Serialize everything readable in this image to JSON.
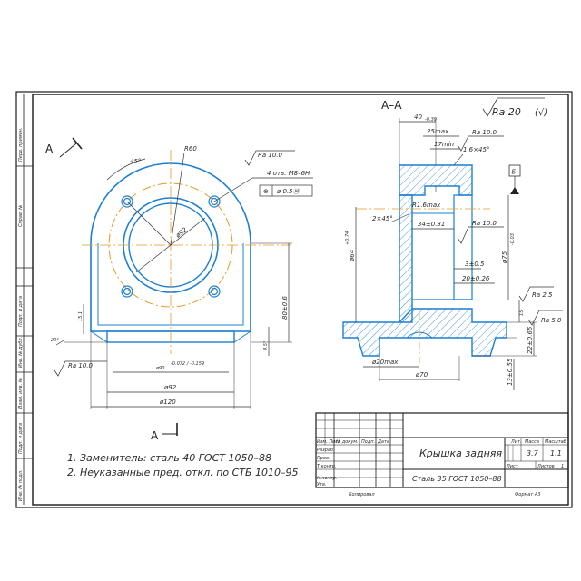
{
  "colors": {
    "frame": "#1a1a1a",
    "part": "#1d7fd1",
    "axis": "#e39a2b",
    "dim": "#3a3a3a",
    "hatch": "#1d7fd1"
  },
  "section_marks": {
    "left_view": "A",
    "bottom_view": "A",
    "section_title": "A–A"
  },
  "roughness": {
    "general": "Ra 20",
    "general_extra": "(√)",
    "plan_hole": "Ra 10.0",
    "plan_bottom": "Ra 10.0",
    "sec_face": "Ra 10.0",
    "sec_corner": "Ra 2.5",
    "sec_bottom": "Ra 5.0"
  },
  "plan_dims": {
    "r60": "R60",
    "angle45": "45°",
    "holes_callout": "4 отв. M8–6H",
    "tolerance_symbol": "⊕",
    "tolerance_value": "ø 0.5Ⓜ",
    "d92_inner": "ø92",
    "h80": "80±0.6",
    "d90": "ø90",
    "d90_tol": "-0.072 / -0.159",
    "d92": "ø92",
    "d120": "ø120",
    "h15": "15.1",
    "h20deg": "20°",
    "h45": "4.5°"
  },
  "section_dims": {
    "d40": "40",
    "d40_sub": "-0.39",
    "d25": "25max",
    "d17": "17min",
    "d16": "1.6×45°",
    "chamfer2": "2×45°",
    "r16": "R1.6max",
    "d34": "34±0.31",
    "d64": "ø64",
    "d64_sub": "+0.74",
    "d75": "ø75",
    "d75_sub": "-0.03",
    "d3": "3±0.5",
    "d20": "20±0.26",
    "d15": "15",
    "d22": "22±0.65",
    "d13": "13±0.55",
    "d20max": "ø20max",
    "d70": "ø70",
    "datum": "Б"
  },
  "notes": [
    "1. Заменитель: сталь 40 ГОСТ 1050–88",
    "2. Неуказанные пред. откл. по СТБ 1010–95"
  ],
  "title_block": {
    "part_name": "Крышка задняя",
    "material": "Сталь 35 ГОСТ 1050–88",
    "lit_label": "Лит.",
    "mass_label": "Масса",
    "scale_label": "Масштаб",
    "mass_value": "3.7",
    "scale_value": "1:1",
    "sheet_label": "Лист",
    "sheets_label": "Листов",
    "sheets_value": "1",
    "copied": "Копировал",
    "format": "Формат  А3",
    "rows": [
      "Изм. Лист",
      "№ докум.",
      "Подп.",
      "Дата"
    ],
    "roles": [
      "Разраб.",
      "Пров.",
      "Т.контр.",
      "",
      "Н.контр.",
      "Утв."
    ]
  },
  "side_stamps": [
    "Перв. примен.",
    "Справ. №",
    "Подп. и дата",
    "Инв. № дубл.",
    "Взам. инв. №",
    "Подп. и дата",
    "Инв. № подл."
  ]
}
